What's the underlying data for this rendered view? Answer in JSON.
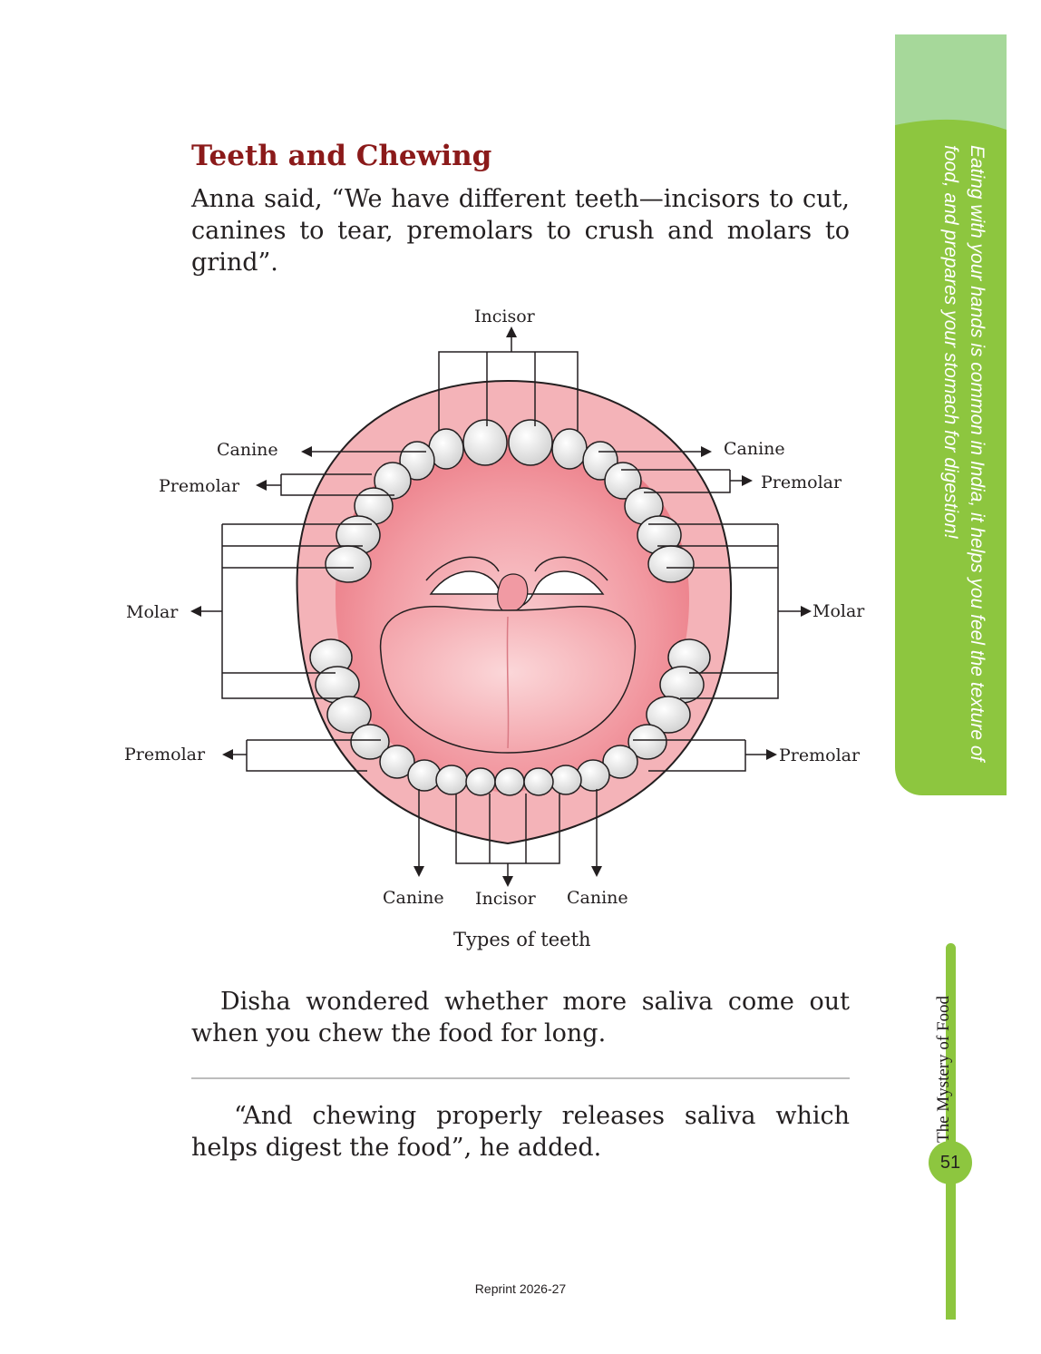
{
  "heading": "Teeth and Chewing",
  "paragraphs": {
    "p1": "Anna said, “We have different teeth—incisors to cut, canines to tear, premolars to crush and molars to grind”.",
    "p2": "Disha wondered whether more saliva come out when you chew the food for long.",
    "p3": "“And chewing properly releases saliva which helps digest the food”, he added."
  },
  "diagram": {
    "caption": "Types of teeth",
    "labels": {
      "incisor_top": "Incisor",
      "canine_top_left": "Canine",
      "canine_top_right": "Canine",
      "premolar_top_left": "Premolar",
      "premolar_top_right": "Premolar",
      "molar_left": "Molar",
      "molar_right": "Molar",
      "premolar_bottom_left": "Premolar",
      "premolar_bottom_right": "Premolar",
      "canine_bottom_left": "Canine",
      "incisor_bottom": "Incisor",
      "canine_bottom_right": "Canine"
    }
  },
  "side_note": "Eating with your hands is common in India, it helps you feel the texture of food, and prepares your stomach for digestion!",
  "chapter_title": "The Mystery of Food",
  "page_number": "51",
  "footer": "Reprint 2026-27",
  "colors": {
    "heading": "#8b1a1a",
    "side_tab_green": "#8dc63f",
    "side_tab_top": "#a6d89a",
    "gum_pink": "#f2a5aa"
  }
}
